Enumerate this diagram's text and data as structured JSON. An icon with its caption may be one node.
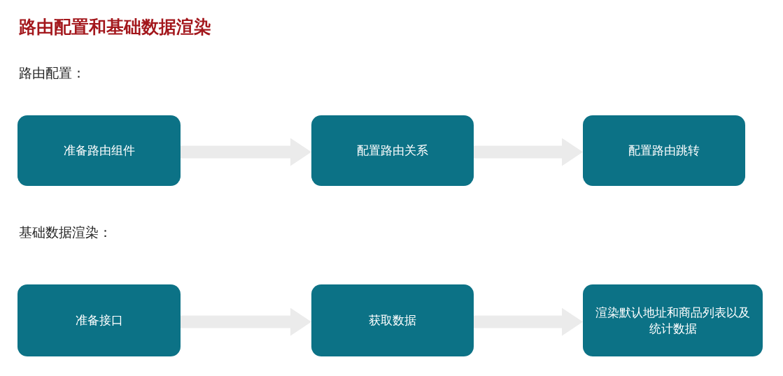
{
  "diagram": {
    "title": "路由配置和基础数据渲染",
    "nodes": [
      {
        "text": [
          "准备路由组件"
        ]
      },
      {
        "text": [
          "配置路由关系"
        ]
      },
      {
        "text": [
          "配置路由跳转"
        ]
      },
      {
        "text": [
          "准备接口"
        ]
      },
      {
        "text": [
          "获取数据"
        ]
      },
      {
        "text": [
          "渲染默认地址和商品列表以及统计数据"
        ]
      }
    ],
    "edges": [
      {
        "from": 0,
        "to": 1,
        "arrow": "to"
      },
      {
        "from": 1,
        "to": 2,
        "arrow": "to"
      },
      {
        "from": 3,
        "to": 4,
        "arrow": "to"
      },
      {
        "from": 4,
        "to": 5,
        "arrow": "to"
      }
    ],
    "labels": [
      "路由配置：",
      "基础数据渲染："
    ]
  }
}
